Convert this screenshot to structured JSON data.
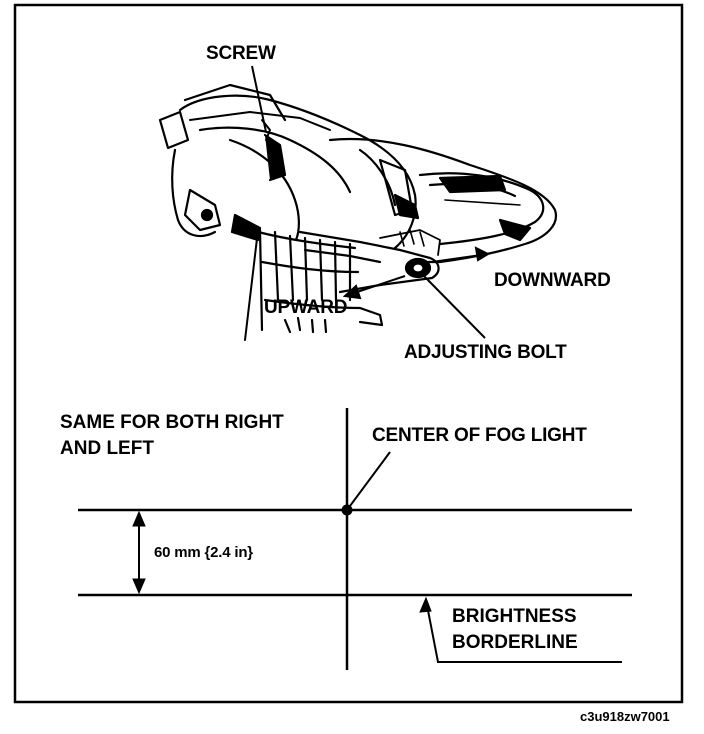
{
  "labels": {
    "screw": "SCREW",
    "downward": "DOWNWARD",
    "upward": "UPWARD",
    "adjusting_bolt": "ADJUSTING BOLT",
    "same_for_both_line1": "SAME FOR BOTH RIGHT",
    "same_for_both_line2": "AND LEFT",
    "center_of_fog_light": "CENTER OF FOG LIGHT",
    "dimension": "60 mm {2.4 in}",
    "brightness_line1": "BRIGHTNESS",
    "brightness_line2": "BORDERLINE"
  },
  "figure_code": "c3u918zw7001"
}
